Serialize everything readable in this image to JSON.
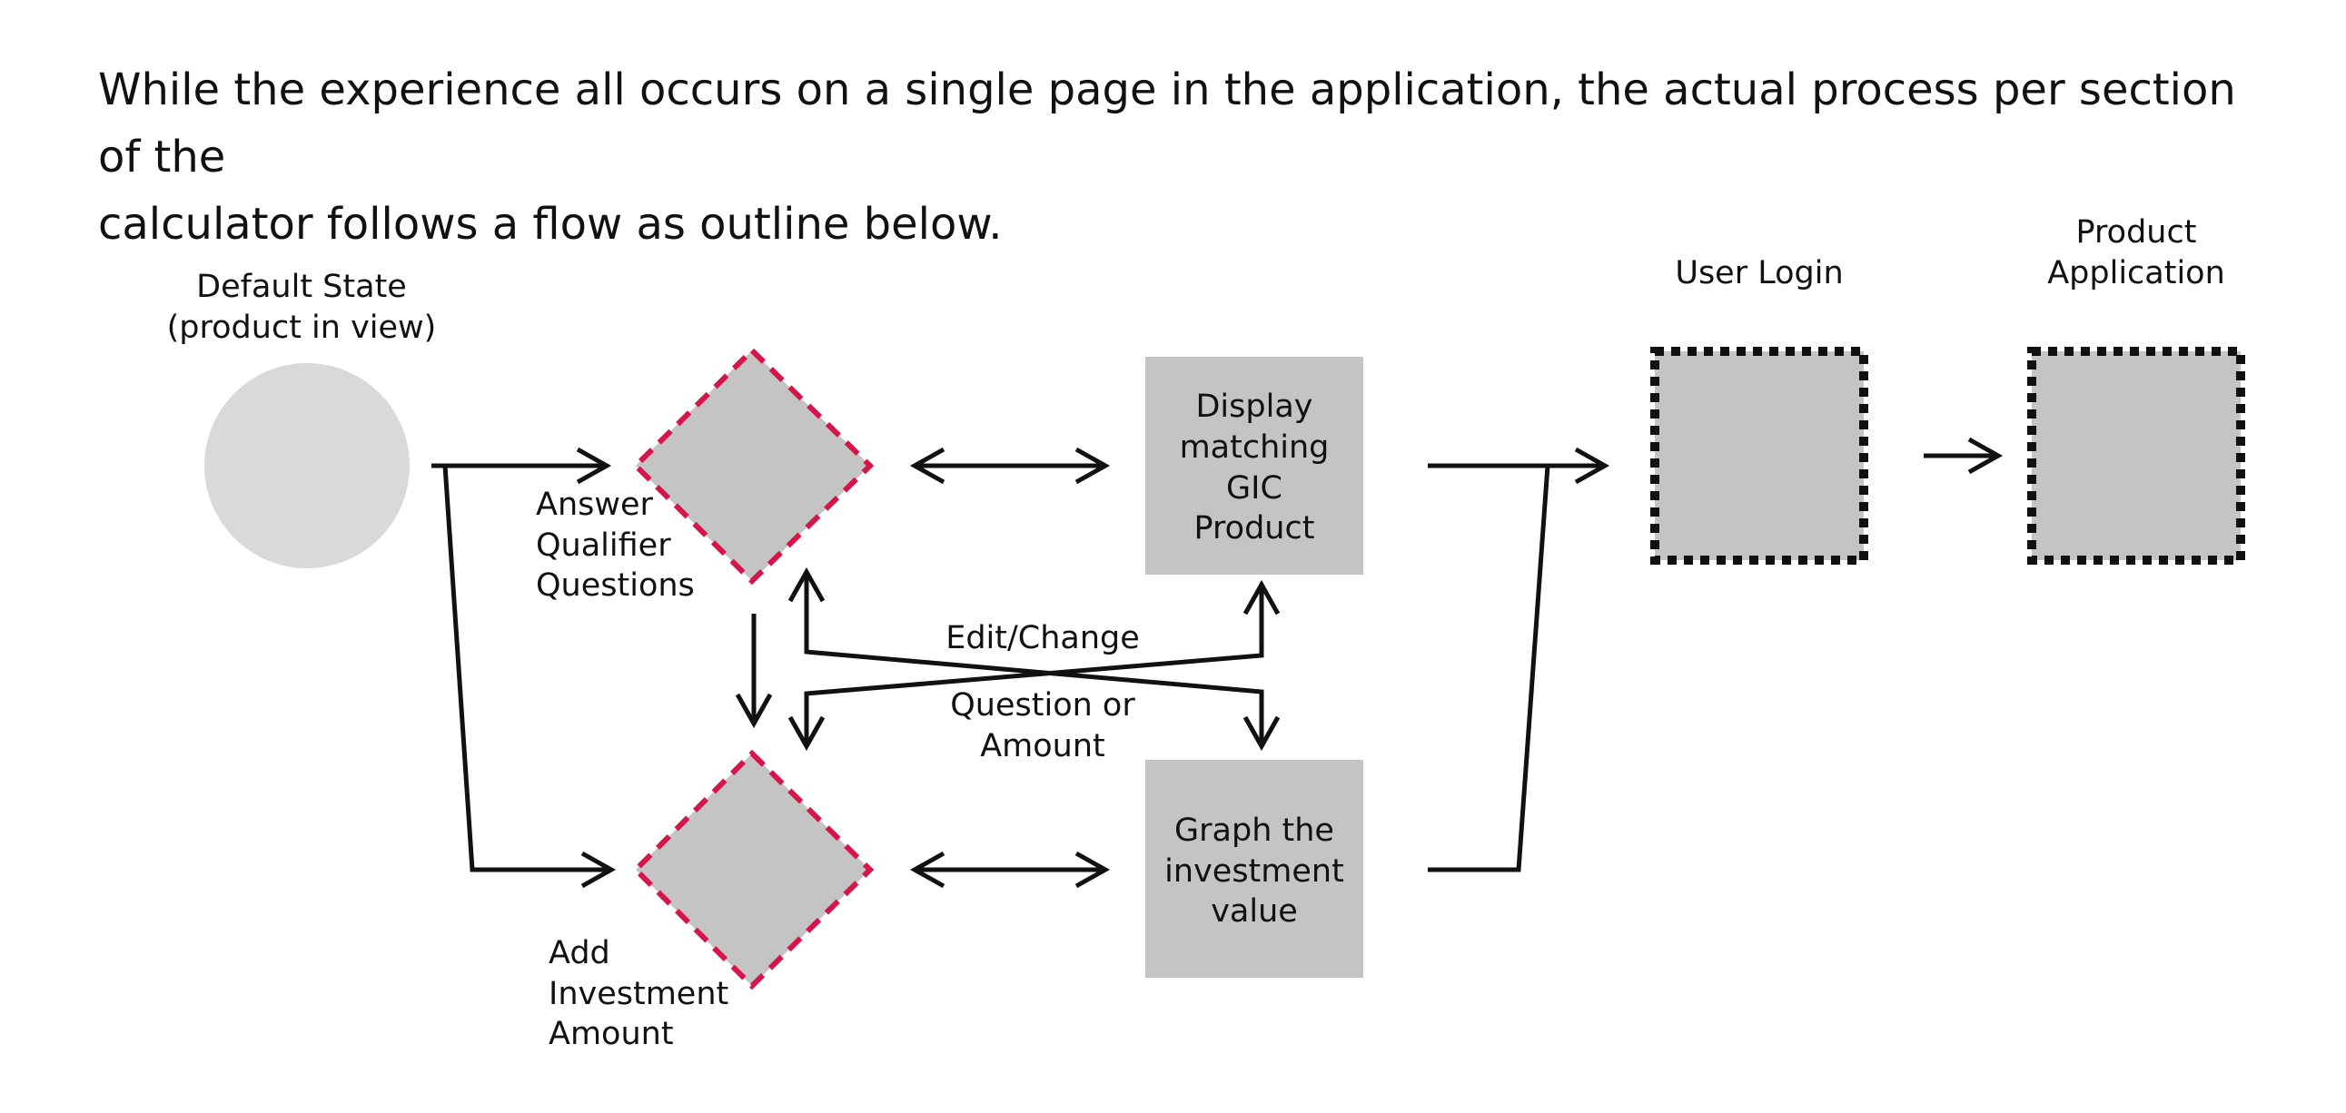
{
  "intro": {
    "line1": "While the experience all occurs on a single page in the application, the actual process per section of the",
    "line2": "calculator follows a flow as outline below."
  },
  "colors": {
    "node_fill": "#c4c4c4",
    "circle_fill": "#d9d9d9",
    "decision_border": "#d6164a",
    "stroke": "#111111"
  },
  "nodes": {
    "default_state": {
      "line1": "Default State",
      "line2": "(product in view)"
    },
    "answer_qualifier": {
      "line1": "Answer",
      "line2": "Qualifier",
      "line3": "Questions"
    },
    "add_investment": {
      "line1": "Add",
      "line2": "Investment",
      "line3": "Amount"
    },
    "display_gic": {
      "line1": "Display",
      "line2": "matching",
      "line3": "GIC",
      "line4": "Product"
    },
    "graph_value": {
      "line1": "Graph the",
      "line2": "investment",
      "line3": "value"
    },
    "user_login": {
      "line1": "User Login"
    },
    "product_application": {
      "line1": "Product",
      "line2": "Application"
    }
  },
  "edge_label": {
    "line1": "Edit/Change",
    "line2": "Question or",
    "line3": "Amount"
  }
}
